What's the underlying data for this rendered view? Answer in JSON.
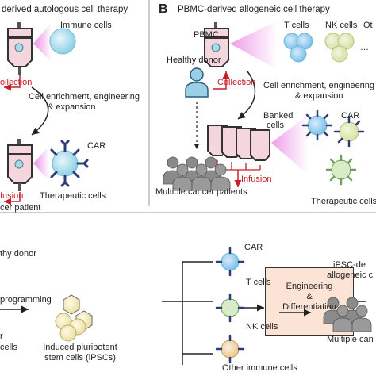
{
  "panel_a": {
    "header": "derived autologous cell therapy",
    "immune_cells": "Immune cells",
    "collection": "ollection",
    "enrichment": [
      "Cell enrichment, engineering",
      "& expansion"
    ],
    "car": "CAR",
    "infusion": "fusion",
    "therapeutic_cells": "Therapeutic cells",
    "patient": "cer patient"
  },
  "panel_b": {
    "letter": "B",
    "header": "PBMC-derived allogeneic cell therapy",
    "pbmc": "PBMC",
    "t_cells": "T cells",
    "nk_cells": "NK cells",
    "others": "Ot",
    "ellipsis": "…",
    "healthy_donor": "Healthy donor",
    "collection": "Collection",
    "enrichment": [
      "Cell enrichment, engineering",
      "& expansion"
    ],
    "banked_cells": [
      "Banked",
      "cells"
    ],
    "car": "CAR",
    "infusion": "Infusion",
    "patients": "Multiple cancer patients",
    "therapeutic_cells": "Therapeutic cells"
  },
  "panel_c": {
    "donor": "thy donor",
    "reprogramming": "programming",
    "left_frag_1": "r",
    "left_frag_2": "cells",
    "ipsc": [
      "Induced pluripotent",
      "stem cells (iPSCs)"
    ],
    "engineering": [
      "Engineering",
      "&",
      "Differentiation"
    ],
    "car": "CAR",
    "t_cells": "T cells",
    "nk_cells": "NK cells",
    "other_cells": "Other immune cells",
    "ipsc_derived": [
      "iPSC-de",
      "allogeneic c"
    ],
    "patients": "Multiple can"
  },
  "colors": {
    "car_navy": "#2c3c78",
    "infusion_red": "#c8202a",
    "glow_magenta": "#e24bd6",
    "box_fill": "#fbe3d6",
    "t_cell": "#4a8cc8",
    "nk_cell": "#6fa05a",
    "other_cell": "#e6b27a"
  }
}
